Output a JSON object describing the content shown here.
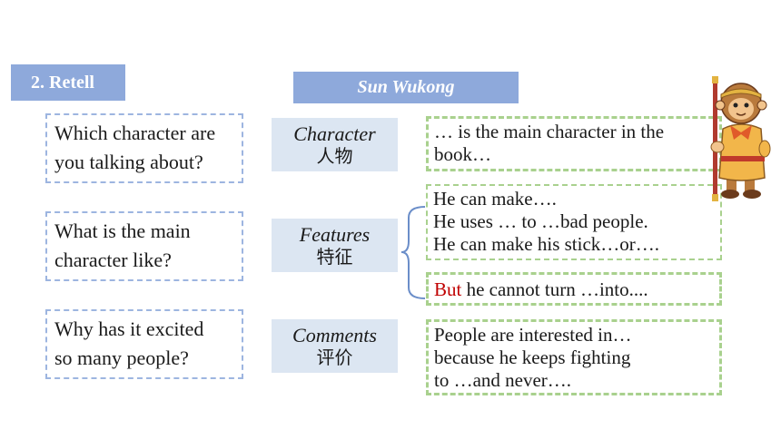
{
  "section": {
    "label": "2. Retell"
  },
  "title": {
    "text": "Sun Wukong"
  },
  "questions": [
    {
      "line1": "Which character are",
      "line2": "you talking about?"
    },
    {
      "line1": "What is the main",
      "line2": "character like?"
    },
    {
      "line1": "Why has it excited",
      "line2": "so many people?"
    }
  ],
  "categories": [
    {
      "en": "Character",
      "zh": "人物"
    },
    {
      "en": "Features",
      "zh": "特征"
    },
    {
      "en": "Comments",
      "zh": "评价"
    }
  ],
  "answers": {
    "character": {
      "line1": "… is the main character in the",
      "line2": "book…"
    },
    "features": {
      "line1": "He can make….",
      "line2": "He uses … to …bad people.",
      "line3": "He can make his stick…or…."
    },
    "but": {
      "highlight": "But",
      "rest": " he cannot turn …into...."
    },
    "comments": {
      "line1": "People are interested in…",
      "line2": "because he keeps fighting",
      "line3": "to …and never…."
    }
  },
  "colors": {
    "label_bg": "#8ea9db",
    "category_bg": "#dce6f2",
    "question_border": "#9db5e0",
    "answer_border": "#a9d18e",
    "highlight": "#c00000"
  },
  "icons": {
    "character_illustration": "monkey-king-icon"
  }
}
